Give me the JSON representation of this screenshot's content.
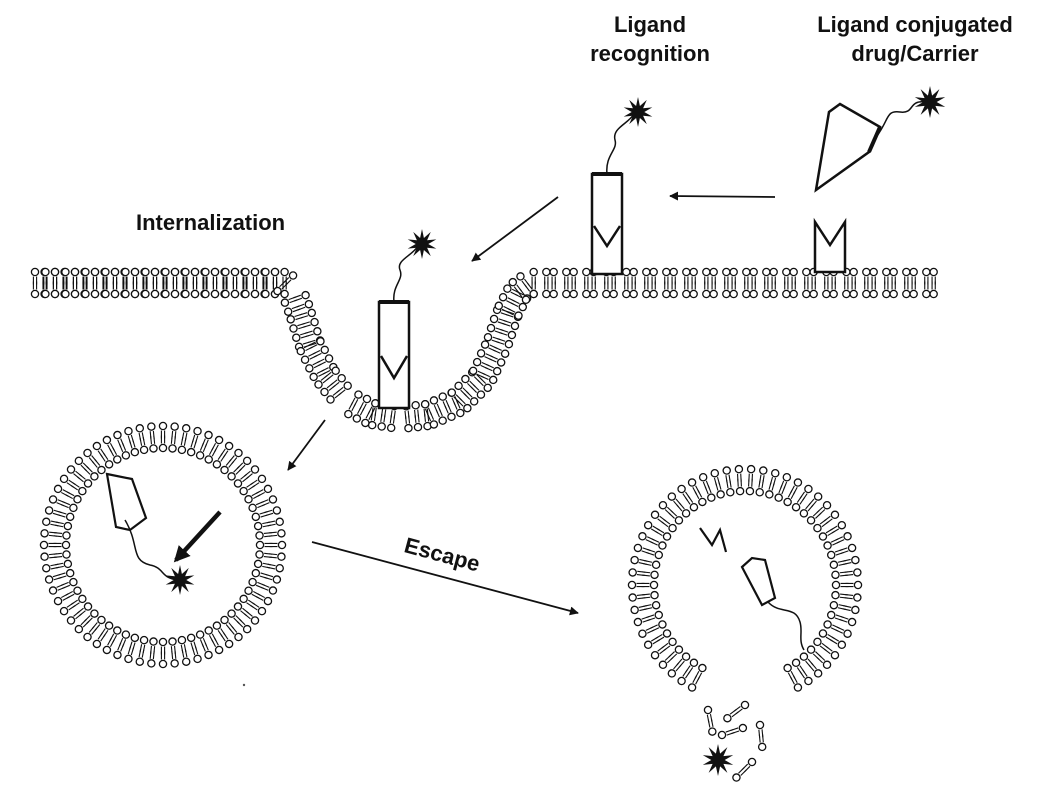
{
  "labels": {
    "ligand_recognition": [
      "Ligand",
      "recognition"
    ],
    "ligand_conjugated": [
      "Ligand conjugated",
      "drug/Carrier"
    ],
    "internalization": "Internalization",
    "escape": "Escape"
  },
  "colors": {
    "ink": "#111111",
    "background": "#ffffff"
  }
}
